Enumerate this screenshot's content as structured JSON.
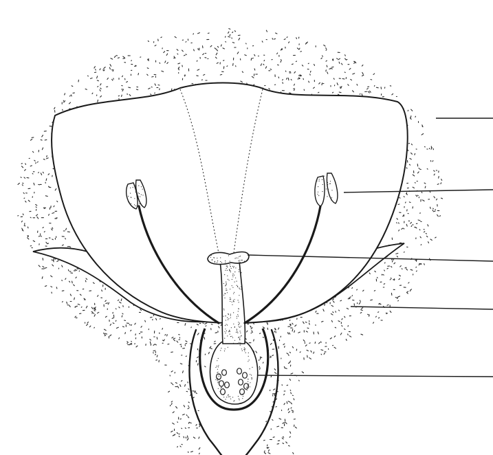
{
  "diagram": {
    "subject": "flower-longitudinal-section",
    "style": "stippled-pen-drawing",
    "background_color": "#ffffff",
    "ink_color": "#1a1a1a",
    "stipple_color": "#2a2a2a",
    "structures": [
      "sepal",
      "petal",
      "stigma",
      "stamen",
      "style",
      "ovary",
      "ovule",
      "receptacle",
      "pedicel"
    ],
    "label_lines": [
      {
        "id": "line-1",
        "points_to": "sepal",
        "label_text": ""
      },
      {
        "id": "line-2",
        "points_to": "stamen",
        "label_text": ""
      },
      {
        "id": "line-3",
        "points_to": "stigma",
        "label_text": ""
      },
      {
        "id": "line-4",
        "points_to": "sepal",
        "label_text": ""
      },
      {
        "id": "line-5",
        "points_to": "ovary",
        "label_text": ""
      }
    ]
  }
}
